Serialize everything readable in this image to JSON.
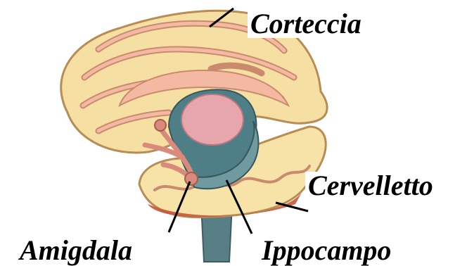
{
  "labels": {
    "cortex": "Corteccia",
    "cerebellum": "Cervelletto",
    "amygdala": "Amigdala",
    "hippocampus": "Ippocampo"
  },
  "colors": {
    "cortex_fill": "#f6dfa2",
    "gyrus_fill": "#f3b9a3",
    "gyrus_stroke": "#c98a6e",
    "ventricle": "#4f7f86",
    "thalamus": "#e7a6ac",
    "cerebellum_fill": "#f7e3a8",
    "cerebellum_base": "#c9553a",
    "brainstem": "#587f86",
    "amygdala": "#d98a7a",
    "pointer": "#000000"
  }
}
